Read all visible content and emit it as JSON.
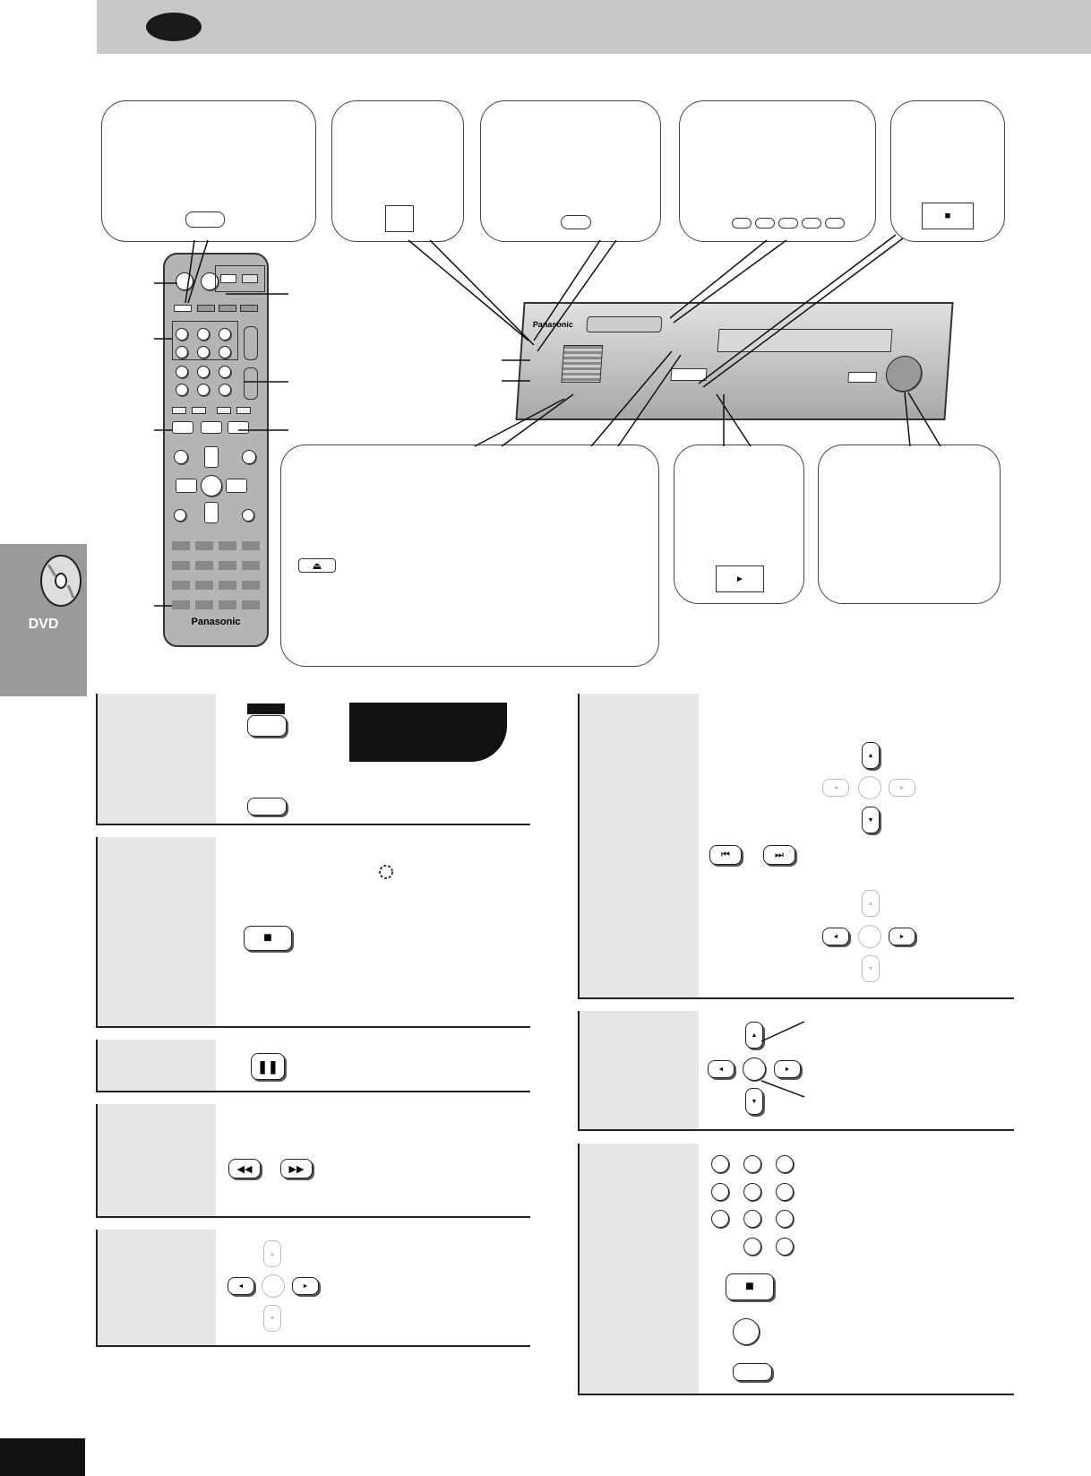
{
  "remote": {
    "brand": "Panasonic"
  },
  "unit": {
    "brand": "Panasonic"
  },
  "side_tab": {
    "label": "DVD"
  },
  "glyphs": {
    "stop": "■",
    "pause": "❚❚",
    "play": "►",
    "skip_prev": "⏮",
    "skip_next": "⏭",
    "rew": "◀◀",
    "ff": "▶▶",
    "up": "▲",
    "down": "▼",
    "left": "◄",
    "right": "►",
    "eject": "⏏"
  },
  "colors": {
    "header": "#c8c8c8",
    "side_tab": "#9a9a9a",
    "row_band": "#e6e6e6"
  }
}
